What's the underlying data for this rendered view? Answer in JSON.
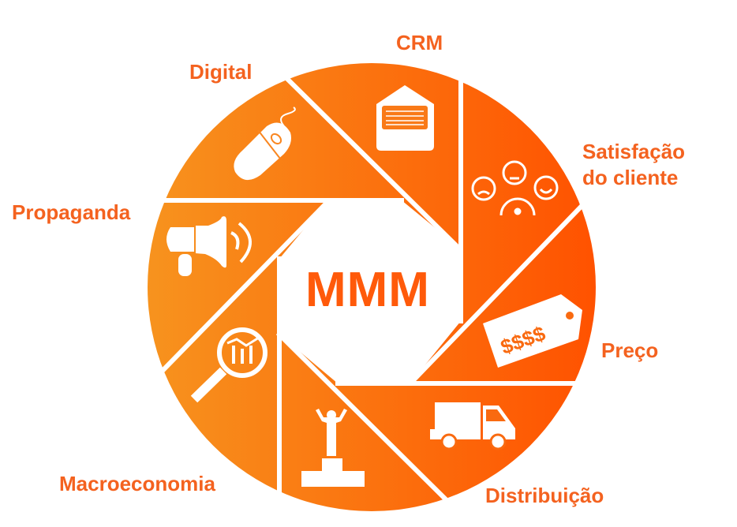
{
  "center": {
    "title": "MMM"
  },
  "segments": [
    {
      "label": "CRM",
      "icon": "envelope-icon"
    },
    {
      "label_line1": "Satisfação",
      "label_line2": "do cliente",
      "icon": "satisfaction-faces-icon"
    },
    {
      "label": "Preço",
      "icon": "price-tag-icon"
    },
    {
      "label": "Distribuição",
      "icon": "truck-icon"
    },
    {
      "label": "Macroeconomia",
      "icon": "podium-person-icon"
    },
    {
      "label": "Propaganda",
      "icon": "megaphone-icon"
    },
    {
      "label": "Digital",
      "icon": "mouse-icon"
    }
  ],
  "extra_icon": "magnifier-chart-icon",
  "price_tag_text": "$$$$",
  "colors": {
    "gradient_start": "#F7931E",
    "gradient_end": "#FF5200",
    "label": "#F4621F",
    "center_text": "#FF5A0A"
  }
}
